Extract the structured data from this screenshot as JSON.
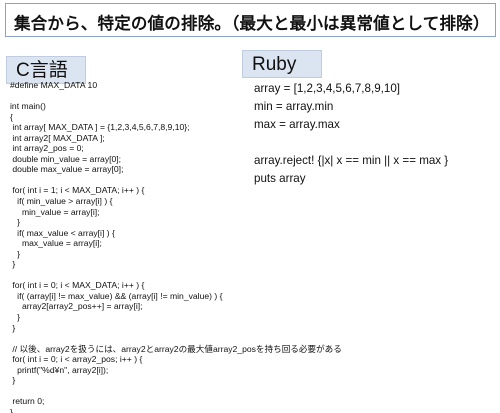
{
  "title": "集合から、特定の値の排除。（最大と最小は異常値として排除）",
  "c_label": "C言語",
  "ruby_label": "Ruby",
  "c_code": [
    "#define MAX_DATA 10",
    "",
    "int main()",
    "{",
    " int array[ MAX_DATA ] = {1,2,3,4,5,6,7,8,9,10};",
    " int array2[ MAX_DATA ];",
    " int array2_pos = 0;",
    " double min_value = array[0];",
    " double max_value = array[0];",
    "",
    " for( int i = 1; i < MAX_DATA; i++ ) {",
    "   if( min_value > array[i] ) {",
    "     min_value = array[i];",
    "   }",
    "   if( max_value < array[i] ) {",
    "     max_value = array[i];",
    "   }",
    " }",
    "",
    " for( int i = 0; i < MAX_DATA; i++ ) {",
    "   if( (array[i] != max_value) && (array[i] != min_value) ) {",
    "     array2[array2_pos++] = array[i];",
    "   }",
    " }",
    "",
    " // 以後、array2を扱うには、array2とarray2の最大値array2_posを持ち回る必要がある",
    " for( int i = 0; i < array2_pos; i++ ) {",
    "   printf(\"%d¥n\", array2[i]);",
    " }",
    "",
    " return 0;",
    "}"
  ],
  "ruby_code": [
    "array = [1,2,3,4,5,6,7,8,9,10]",
    "min = array.min",
    "max = array.max",
    "",
    "array.reject! {|x| x == min || x == max }",
    "puts array"
  ]
}
